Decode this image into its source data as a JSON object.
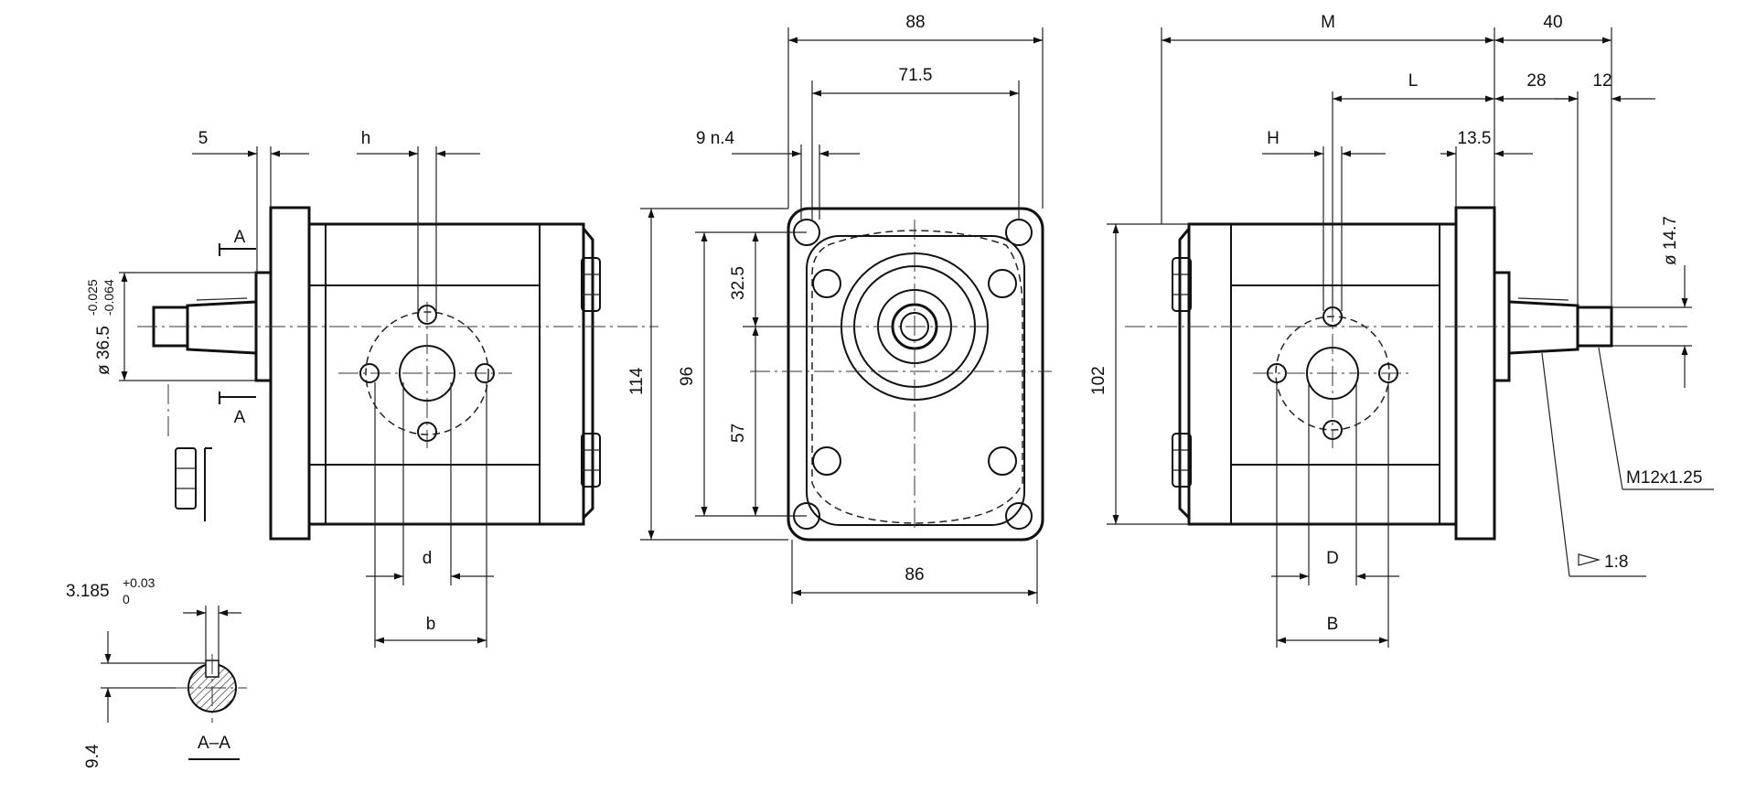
{
  "labels": {
    "dim_88": "88",
    "dim_71_5": "71.5",
    "dim_9n4": "9 n.4",
    "dim_32_5": "32.5",
    "dim_57": "57",
    "dim_114": "114",
    "dim_96": "96",
    "dim_86": "86",
    "dim_5": "5",
    "dim_h": "h",
    "sect_A_top": "A",
    "sect_A_bot": "A",
    "dim_diam36": "ø 36.5",
    "tol_diam36_upper": "-0.025",
    "tol_diam36_lower": "-0.064",
    "dim_d": "d",
    "dim_b": "b",
    "key_width": "3.185",
    "key_tol_upper": "+0.03",
    "key_tol_lower": "0",
    "dim_9_4": "9.4",
    "section_label": "A–A",
    "dim_M": "M",
    "dim_40": "40",
    "dim_L": "L",
    "dim_28": "28",
    "dim_12": "12",
    "dim_H": "H",
    "dim_13_5": "13.5",
    "dim_102": "102",
    "dim_diam14": "ø 14.7",
    "thread": "M12x1.25",
    "taper": "1:8",
    "dim_D": "D",
    "dim_B": "B"
  }
}
